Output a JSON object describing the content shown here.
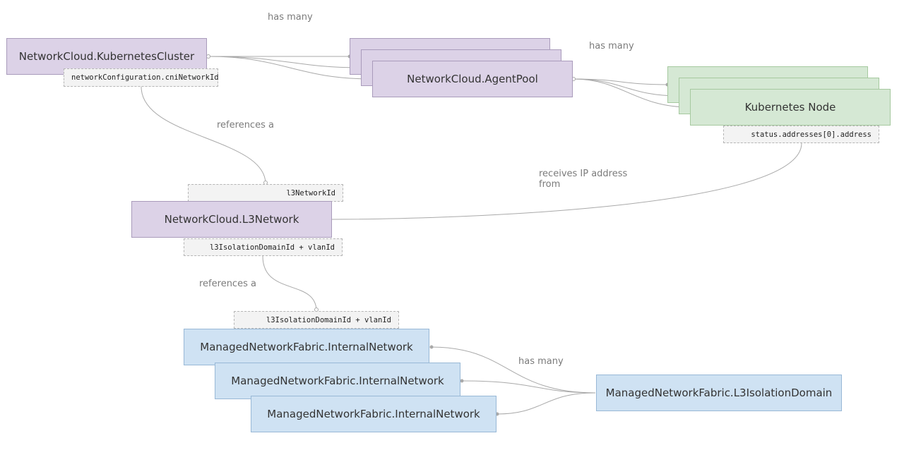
{
  "nodes": {
    "kubernetes_cluster": "NetworkCloud.KubernetesCluster",
    "agent_pool": "NetworkCloud.AgentPool",
    "kubernetes_node": "Kubernetes Node",
    "l3_network": "NetworkCloud.L3Network",
    "internal_network": "ManagedNetworkFabric.InternalNetwork",
    "l3_isolation_domain": "ManagedNetworkFabric.L3IsolationDomain"
  },
  "fields": {
    "cni_network_id": "networkConfiguration.cniNetworkId",
    "node_address": "status.addresses[0].address",
    "l3_network_id": "l3NetworkId",
    "l3_isolation_vlan_out": "l3IsolationDomainId + vlanId",
    "l3_isolation_vlan_in": "l3IsolationDomainId + vlanId"
  },
  "edge_labels": {
    "cluster_has_many_agent_pools": "has many",
    "agent_pool_has_many_nodes": "has many",
    "cluster_references_l3_network": "references a",
    "node_receives_ip_from_l3_network": "receives IP address from",
    "l3_network_references_internal_network": "references a",
    "isolation_domain_has_many_internal_networks": "has many"
  },
  "colors": {
    "network_cloud_fill": "#dcd2e7",
    "kubernetes_node_fill": "#d5e8d4",
    "managed_network_fabric_fill": "#cfe2f3",
    "field_fill": "#f3f3f3",
    "connector": "#a9a9a9"
  }
}
